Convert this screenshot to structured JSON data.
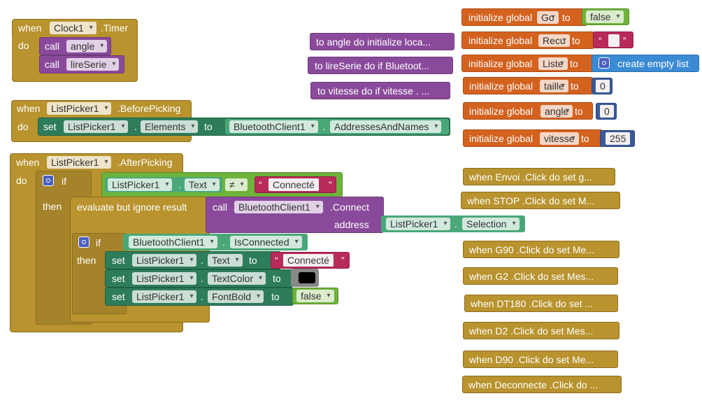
{
  "blocks": {
    "clock_timer": {
      "when": "when",
      "component": "Clock1",
      "event": ".Timer",
      "do": "do",
      "calls": [
        {
          "call": "call",
          "proc": "angle"
        },
        {
          "call": "call",
          "proc": "lireSerie"
        }
      ]
    },
    "before_picking": {
      "when": "when",
      "component": "ListPicker1",
      "event": ".BeforePicking",
      "do": "do",
      "set": "set",
      "target": "ListPicker1",
      "property": "Elements",
      "to": "to",
      "client": "BluetoothClient1",
      "client_prop": "AddressesAndNames"
    },
    "after_picking": {
      "when": "when",
      "component": "ListPicker1",
      "event": ".AfterPicking",
      "do": "do",
      "if": "if",
      "then": "then",
      "cond_comp": "ListPicker1",
      "cond_prop": "Text",
      "neq": "≠",
      "str_left": "“",
      "str_val": "Connecté",
      "str_right": "”",
      "eval": "evaluate but ignore result",
      "call": "call",
      "connect_comp": "BluetoothClient1",
      "connect_method": ".Connect",
      "address": "address",
      "addr_comp": "ListPicker1",
      "addr_prop": "Selection",
      "if2": "if",
      "then2": "then",
      "is_comp": "BluetoothClient1",
      "is_prop": "IsConnected",
      "sets": [
        {
          "set": "set",
          "comp": "ListPicker1",
          "prop": "Text",
          "to": "to",
          "value": "Connecté"
        },
        {
          "set": "set",
          "comp": "ListPicker1",
          "prop": "TextColor",
          "to": "to"
        },
        {
          "set": "set",
          "comp": "ListPicker1",
          "prop": "FontBold",
          "to": "to",
          "value": "false"
        }
      ]
    },
    "collapsed_procs": [
      "to angle do initialize loca...",
      "to lireSerie do if Bluetoot...",
      "to vitesse do if vitesse . ..."
    ],
    "globals": [
      {
        "init": "initialize global",
        "name": "Go",
        "to": "to",
        "value": "false",
        "kind": "bool"
      },
      {
        "init": "initialize global",
        "name": "Recu",
        "to": "to",
        "value": "",
        "kind": "string"
      },
      {
        "init": "initialize global",
        "name": "Liste",
        "to": "to",
        "value": "create empty list",
        "kind": "list"
      },
      {
        "init": "initialize global",
        "name": "taille",
        "to": "to",
        "value": "0",
        "kind": "num"
      },
      {
        "init": "initialize global",
        "name": "angle",
        "to": "to",
        "value": "0",
        "kind": "num"
      },
      {
        "init": "initialize global",
        "name": "vitesse",
        "to": "to",
        "value": "255",
        "kind": "num"
      }
    ],
    "collapsed_events": [
      "when  Envoi .Click do set g...",
      "when  STOP .Click do set  M...",
      "when  G90 .Click do set  Me...",
      "when  G2 .Click do set  Mes...",
      "when  DT180 .Click do set  ...",
      "when  D2 .Click do set  Mes...",
      "when  D90 .Click do set  Me...",
      "when  Deconnecte .Click do ..."
    ],
    "string_quote_left": "“",
    "string_quote_right": "”"
  },
  "colors": {
    "control": "#b8932e",
    "procedure": "#8a4a9b",
    "component_set": "#2e7d5a",
    "component_get": "#4aa878",
    "logic": "#6fb33a",
    "variable": "#d4621f",
    "text": "#b82a5a",
    "list": "#3a8bd4",
    "math": "#3a5a98"
  }
}
